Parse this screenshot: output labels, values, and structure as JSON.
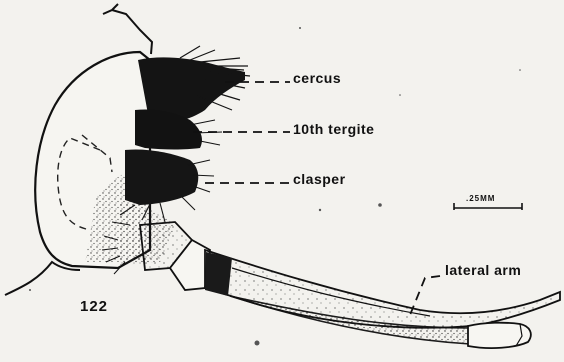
{
  "figure": {
    "number": "122",
    "scale_label": ".25MM",
    "labels": {
      "cercus": "cercus",
      "tergite": "10th tergite",
      "clasper": "clasper",
      "lateral_arm": "lateral arm"
    },
    "colors": {
      "background": "#f3f2ee",
      "ink": "#111111"
    }
  }
}
